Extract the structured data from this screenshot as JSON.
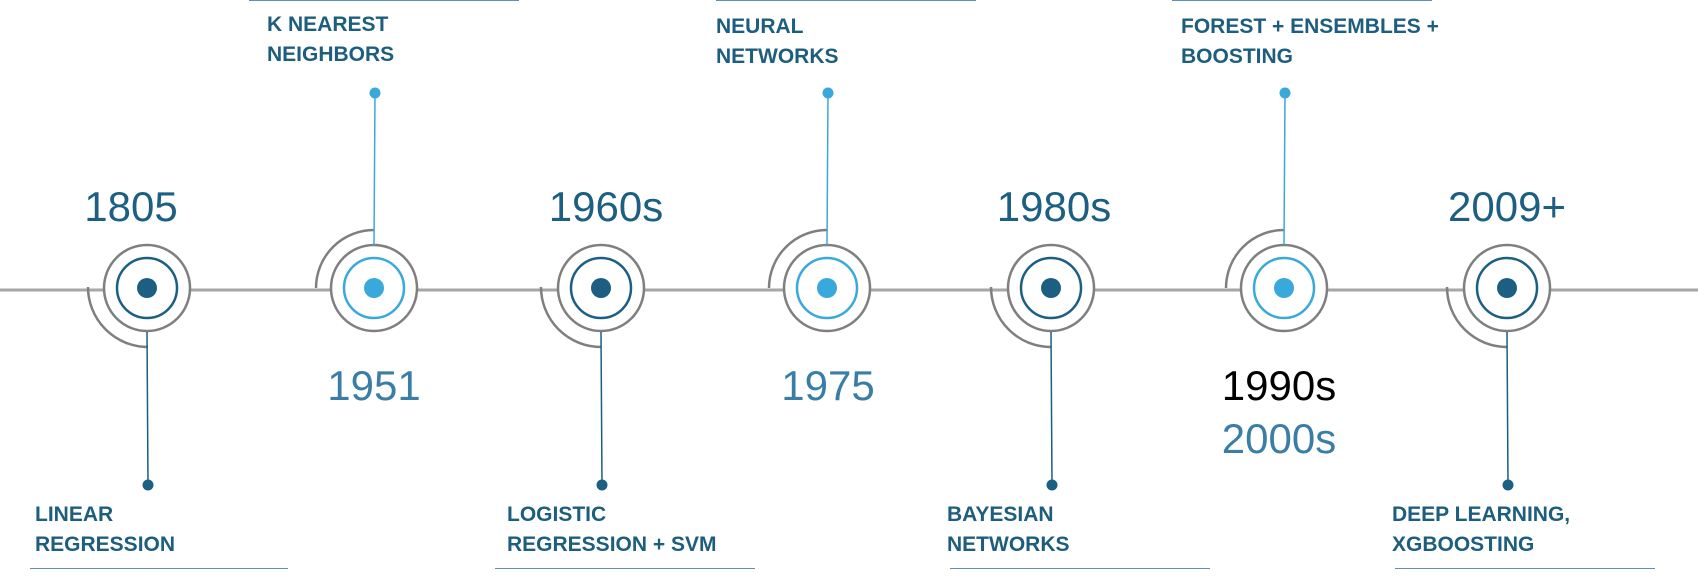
{
  "colors": {
    "axis": "#a6a6a6",
    "ring": "#7f7f7f",
    "dark_accent": "#1c5f82",
    "light_accent": "#39a9dc",
    "label_text": "#1d5d7e",
    "underline": "#5c93b3"
  },
  "milestones": [
    {
      "year": "1805",
      "label_lines": [
        "LINEAR",
        "REGRESSION"
      ],
      "style": "dark"
    },
    {
      "year": "1951",
      "label_lines": [
        "K NEAREST",
        "NEIGHBORS"
      ],
      "style": "light"
    },
    {
      "year": "1960s",
      "label_lines": [
        "LOGISTIC",
        "REGRESSION + SVM"
      ],
      "style": "dark"
    },
    {
      "year": "1975",
      "label_lines": [
        "NEURAL",
        "NETWORKS"
      ],
      "style": "light"
    },
    {
      "year": "1980s",
      "label_lines": [
        "BAYESIAN",
        "NETWORKS"
      ],
      "style": "dark"
    },
    {
      "year_lines": [
        "1990s",
        "2000s"
      ],
      "label_lines": [
        "FOREST + ENSEMBLES +",
        "BOOSTING"
      ],
      "style": "light"
    },
    {
      "year": "2009+",
      "label_lines": [
        "DEEP LEARNING,",
        "XGBOOSTING"
      ],
      "style": "dark"
    }
  ]
}
